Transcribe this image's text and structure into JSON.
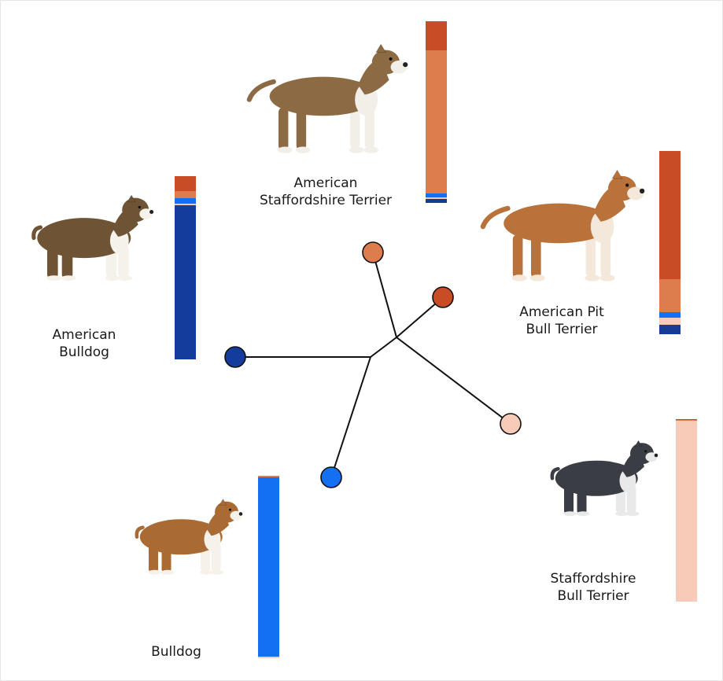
{
  "colors": {
    "red_orange": "#c84c24",
    "light_orange": "#dd7c4c",
    "bright_blue": "#1470f2",
    "pale_pink": "#f8cbb8",
    "navy": "#173a95",
    "dark_blue": "#133c9c",
    "line": "#111111"
  },
  "breeds": [
    {
      "id": "american-staffordshire-terrier",
      "label": "American\nStaffordshire Terrier",
      "coat": "#8b6a44",
      "chest": "#f2efe8",
      "ancestry": [
        {
          "color": "#c84c24",
          "fraction": 0.16
        },
        {
          "color": "#dd7c4c",
          "fraction": 0.78
        },
        {
          "color": "#1470f2",
          "fraction": 0.02
        },
        {
          "color": "#f8cbb8",
          "fraction": 0.01
        },
        {
          "color": "#173a95",
          "fraction": 0.02
        }
      ]
    },
    {
      "id": "american-pit-bull-terrier",
      "label": "American Pit\nBull Terrier",
      "coat": "#b8723a",
      "chest": "#f3e8d9",
      "ancestry": [
        {
          "color": "#c84c24",
          "fraction": 0.7
        },
        {
          "color": "#dd7c4c",
          "fraction": 0.18
        },
        {
          "color": "#1470f2",
          "fraction": 0.03
        },
        {
          "color": "#f8cbb8",
          "fraction": 0.04
        },
        {
          "color": "#173a95",
          "fraction": 0.05
        }
      ]
    },
    {
      "id": "american-bulldog",
      "label": "American\nBulldog",
      "coat": "#6e5434",
      "chest": "#f5f2ec",
      "ancestry": [
        {
          "color": "#c84c24",
          "fraction": 0.08
        },
        {
          "color": "#dd7c4c",
          "fraction": 0.04
        },
        {
          "color": "#1470f2",
          "fraction": 0.03
        },
        {
          "color": "#f8cbb8",
          "fraction": 0.01
        },
        {
          "color": "#133c9c",
          "fraction": 0.84
        }
      ]
    },
    {
      "id": "bulldog",
      "label": "Bulldog",
      "coat": "#a96a34",
      "chest": "#f6f1ea",
      "ancestry": [
        {
          "color": "#dd7c4c",
          "fraction": 0.01
        },
        {
          "color": "#1470f2",
          "fraction": 0.98
        },
        {
          "color": "#f8cbb8",
          "fraction": 0.01
        }
      ]
    },
    {
      "id": "staffordshire-bull-terrier",
      "label": "Staffordshire\nBull Terrier",
      "coat": "#3a3d44",
      "chest": "#e9e9e9",
      "ancestry": [
        {
          "color": "#c84c24",
          "fraction": 0.005
        },
        {
          "color": "#dd7c4c",
          "fraction": 0.005
        },
        {
          "color": "#f8cbb8",
          "fraction": 0.99
        }
      ]
    }
  ],
  "tree": {
    "tips": [
      {
        "breed": "american-staffordshire-terrier",
        "color": "#dd7c4c"
      },
      {
        "breed": "american-pit-bull-terrier",
        "color": "#c84c24"
      },
      {
        "breed": "american-bulldog",
        "color": "#133c9c"
      },
      {
        "breed": "bulldog",
        "color": "#1470f2"
      },
      {
        "breed": "staffordshire-bull-terrier",
        "color": "#f8cbb8"
      }
    ]
  }
}
